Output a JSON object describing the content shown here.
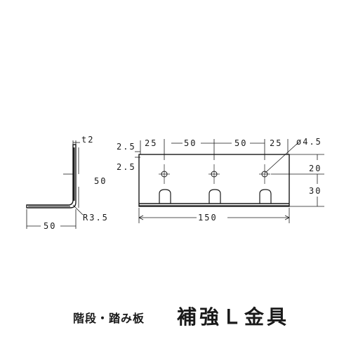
{
  "dimensions": {
    "thickness": "t2",
    "side_height": "50",
    "side_base": "50",
    "bend_radius": "R3.5",
    "edge_top": "2.5",
    "edge_bottom": "2.5",
    "hole_pitch_1": "25",
    "hole_pitch_2": "50",
    "hole_pitch_3": "50",
    "hole_pitch_4": "25",
    "hole_diameter": "ø4.5",
    "upper_height": "20",
    "lower_height": "30",
    "overall_length": "150"
  },
  "caption": {
    "subtitle": "階段・踏み板",
    "title": "補強Ｌ金具"
  },
  "colors": {
    "ink": "#1a1a1a",
    "paper": "#ffffff"
  }
}
